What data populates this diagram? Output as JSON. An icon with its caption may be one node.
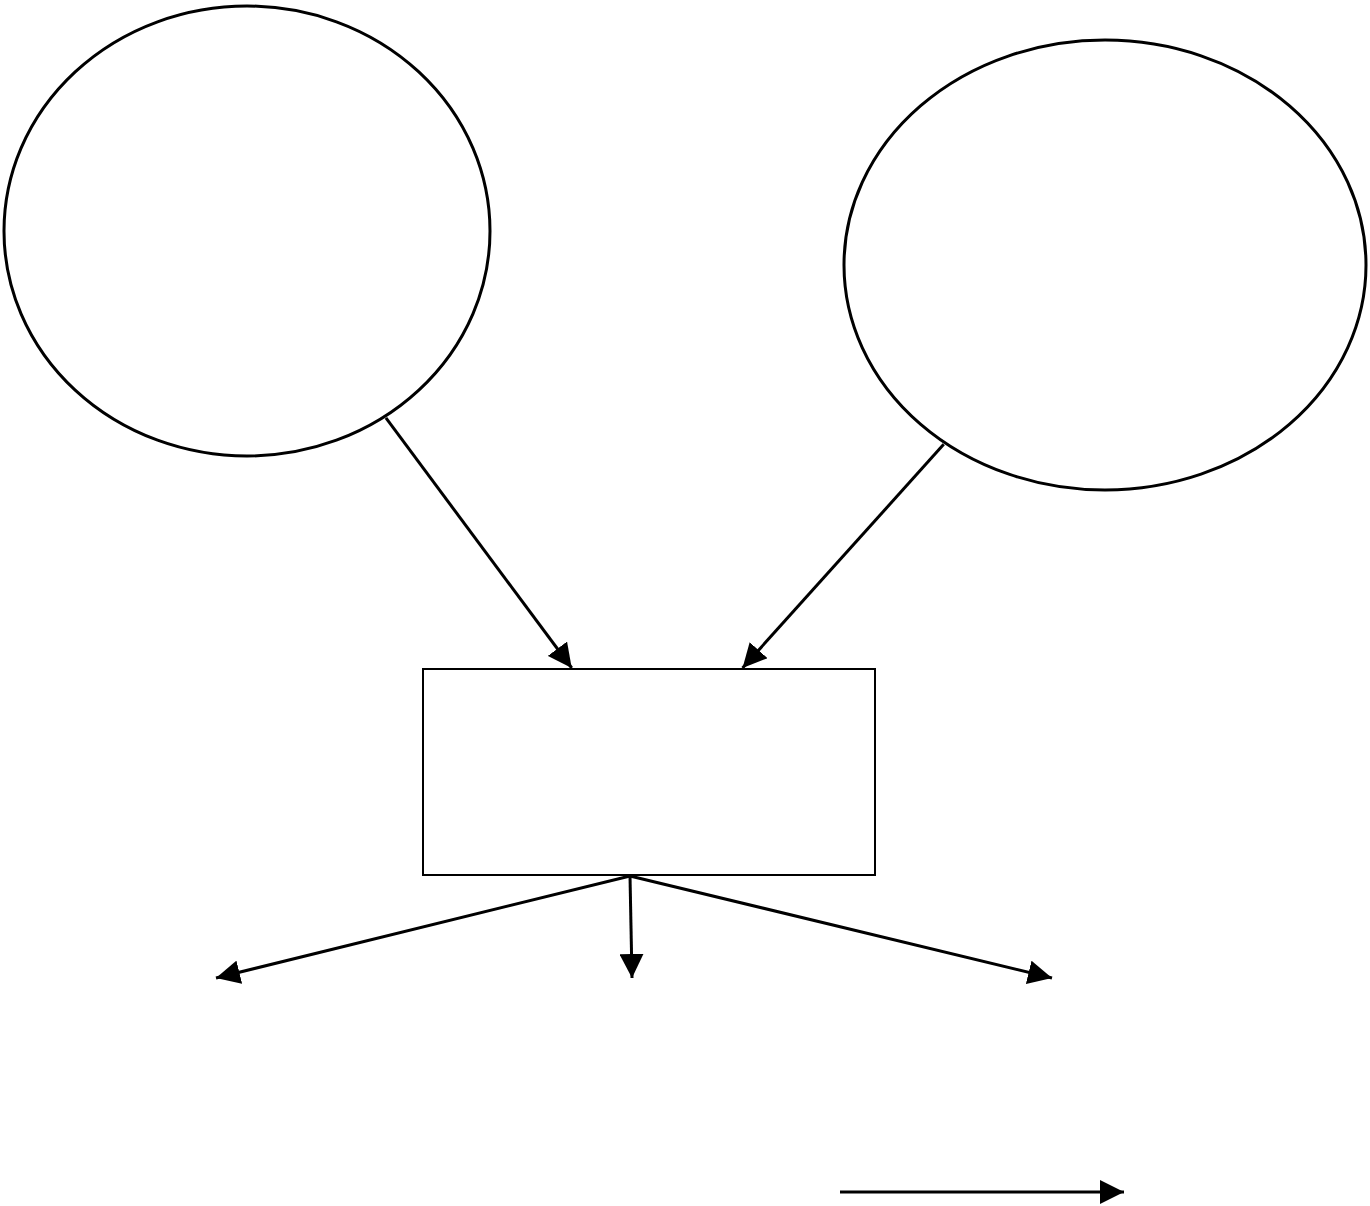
{
  "diagram": {
    "nodes": [
      {
        "text": [],
        "shape": "circle"
      },
      {
        "text": [],
        "shape": "circle"
      },
      {
        "text": [],
        "shape": "box"
      }
    ],
    "edges": [
      {
        "from": 0,
        "to": 2,
        "arrow": "to"
      },
      {
        "from": 1,
        "to": 2,
        "arrow": "to"
      },
      {
        "from": 2,
        "to": null,
        "arrow": "to"
      },
      {
        "from": 2,
        "to": null,
        "arrow": "to"
      },
      {
        "from": 2,
        "to": null,
        "arrow": "to"
      }
    ]
  }
}
